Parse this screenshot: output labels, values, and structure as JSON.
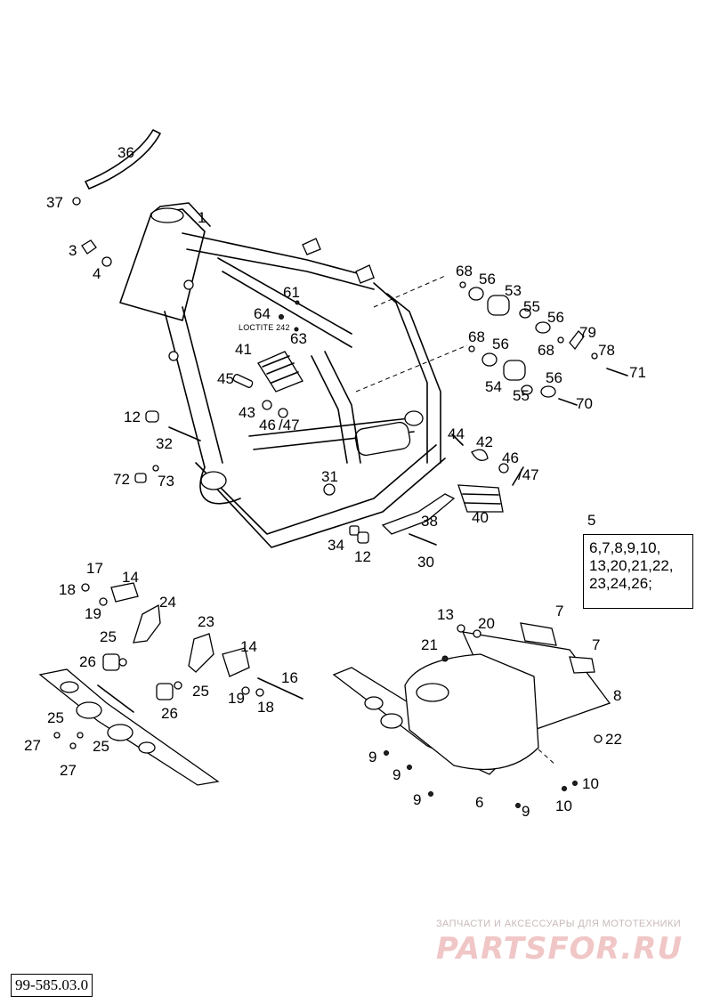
{
  "labels": {
    "l1": "1",
    "l3": "3",
    "l4": "4",
    "l36": "36",
    "l37": "37",
    "l61": "61",
    "l64": "64",
    "l63": "63",
    "l41": "41",
    "l45": "45",
    "l43": "43",
    "l46a": "46",
    "l47a": "/47",
    "l12a": "12",
    "l32": "32",
    "l72": "72",
    "l73": "73",
    "l31": "31",
    "l34": "34",
    "l12b": "12",
    "l30": "30",
    "l38": "38",
    "l40": "40",
    "l44": "44",
    "l42": "42",
    "l46b": "46",
    "l47b": "/47",
    "l68a": "68",
    "l56a": "56",
    "l53": "53",
    "l55a": "55",
    "l56b": "56",
    "l68b": "68",
    "l79": "79",
    "l78": "78",
    "l71": "71",
    "l68c": "68",
    "l56c": "56",
    "l54": "54",
    "l55b": "55",
    "l56d": "56",
    "l70": "70",
    "l5": "5",
    "l17": "17",
    "l14a": "14",
    "l18a": "18",
    "l19a": "19",
    "l24": "24",
    "l25a": "25",
    "l23": "23",
    "l26a": "26",
    "l14b": "14",
    "l16": "16",
    "l25b": "25",
    "l19b": "19",
    "l18b": "18",
    "l26b": "26",
    "l25c": "25",
    "l27a": "27",
    "l25d": "25",
    "l27b": "27",
    "l13": "13",
    "l20": "20",
    "l7a": "7",
    "l21": "21",
    "l7b": "7",
    "l8": "8",
    "l22": "22",
    "l9a": "9",
    "l9b": "9",
    "l9c": "9",
    "l6": "6",
    "l9d": "9",
    "l10a": "10",
    "l10b": "10"
  },
  "note_loctite": "LOCTITE 242",
  "ref_group": {
    "lines": [
      "6,7,8,9,10,",
      "13,20,21,22,",
      "23,24,26;"
    ]
  },
  "drawing_code": "99-585.03.0",
  "watermark": {
    "tagline": "ЗАПЧАСТИ И АКСЕССУАРЫ ДЛЯ МОТОТЕХНИКИ",
    "logo": "PARTSFOR.RU"
  },
  "colors": {
    "line": "#000000",
    "background": "#ffffff",
    "watermark": "#f0c6c6"
  }
}
